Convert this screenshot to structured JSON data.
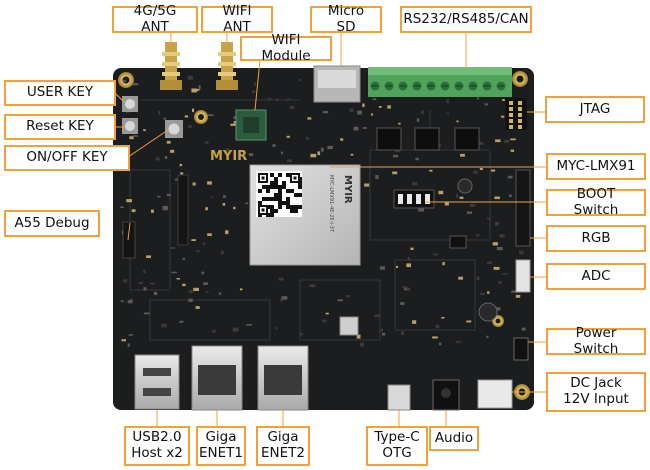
{
  "labels": {
    "ant_4g5g": "4G/5G ANT",
    "wifi_ant": "WIFI ANT",
    "micro_sd": "Micro SD",
    "rs232": "RS232/RS485/CAN",
    "wifi_module": "WIFI Module",
    "user_key": "USER KEY",
    "jtag": "JTAG",
    "reset_key": "Reset KEY",
    "onoff_key": "ON/OFF KEY",
    "myc": "MYC-LMX91",
    "boot": "BOOT Switch",
    "a55": "A55 Debug",
    "rgb": "RGB",
    "adc": "ADC",
    "power": "Power Switch",
    "dcjack": "DC Jack\n12V Input",
    "usb": "USB2.0\nHost x2",
    "enet1": "Giga\nENET1",
    "enet2": "Giga\nENET2",
    "typec": "Type-C\nOTG",
    "audio": "Audio"
  },
  "board": {
    "logo": "MYIR",
    "module_text": "MYC-LMX91-4E-2E-I-3T"
  },
  "colors": {
    "pcb": "#1c1d1f",
    "callout_border": "#f0a13a",
    "leader": "#f0a13a",
    "terminal": "#4fa35a",
    "module_shield": "#c9c9c9",
    "gold": "#c8a23a"
  }
}
